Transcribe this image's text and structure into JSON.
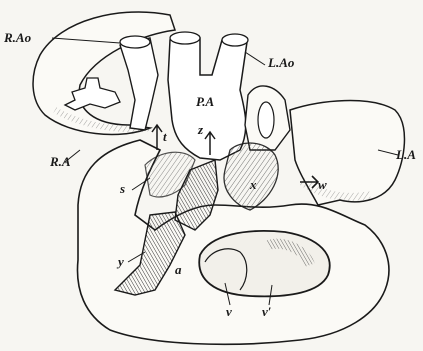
{
  "labels": {
    "rao": "R.Ao",
    "lao": "L.Ao",
    "pa": "P.A",
    "la": "L.A",
    "ra": "R.A",
    "t": "t",
    "z": "z",
    "s": "s",
    "x": "x",
    "w": "w",
    "y": "y",
    "a": "a",
    "v": "v",
    "v_prime": "v′"
  },
  "colors": {
    "ink": "#1a1a1a",
    "paper": "#f7f6f2",
    "hatch": "#555555"
  }
}
